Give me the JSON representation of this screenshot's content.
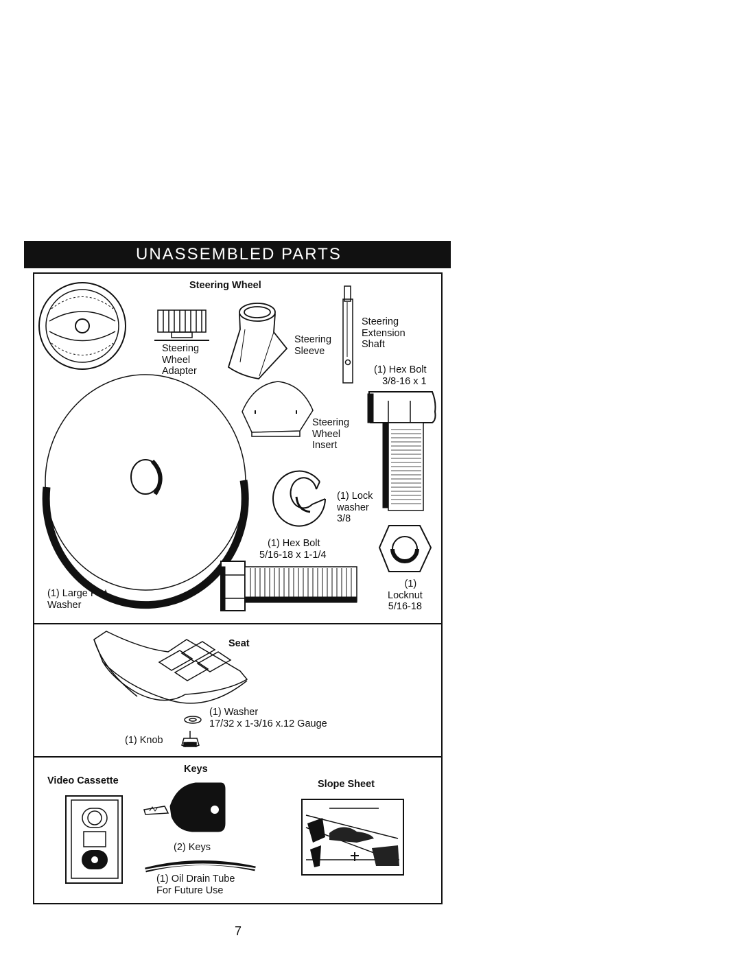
{
  "header": {
    "title": "UNASSEMBLED  PARTS"
  },
  "steering": {
    "section_title": "Steering Wheel",
    "adapter": [
      "Steering",
      "Wheel",
      "Adapter"
    ],
    "sleeve": [
      "Steering",
      "Sleeve"
    ],
    "extension_shaft": [
      "Steering",
      "Extension",
      "Shaft"
    ],
    "hex_bolt_large": [
      "(1) Hex Bolt",
      "3/8-16 x 1"
    ],
    "insert": [
      "Steering",
      "Wheel",
      "Insert"
    ],
    "lock_washer": [
      "(1) Lock",
      "washer",
      "3/8"
    ],
    "hex_bolt_small": [
      "(1) Hex Bolt",
      "5/16-18 x 1-1/4"
    ],
    "locknut": [
      "(1)",
      "Locknut",
      "5/16-18"
    ],
    "large_washer": [
      "(1) Large Flat",
      "Washer"
    ]
  },
  "seat": {
    "section_title": "Seat",
    "washer": [
      "(1) Washer",
      "17/32 x 1-3/16 x.12 Gauge"
    ],
    "knob": "(1) Knob"
  },
  "bottom": {
    "video_title": "Video Cassette",
    "keys_title": "Keys",
    "keys_label": "(2) Keys",
    "slope_title": "Slope Sheet",
    "oil_tube": [
      "(1) Oil Drain Tube",
      "For Future Use"
    ]
  },
  "page_number": "7"
}
